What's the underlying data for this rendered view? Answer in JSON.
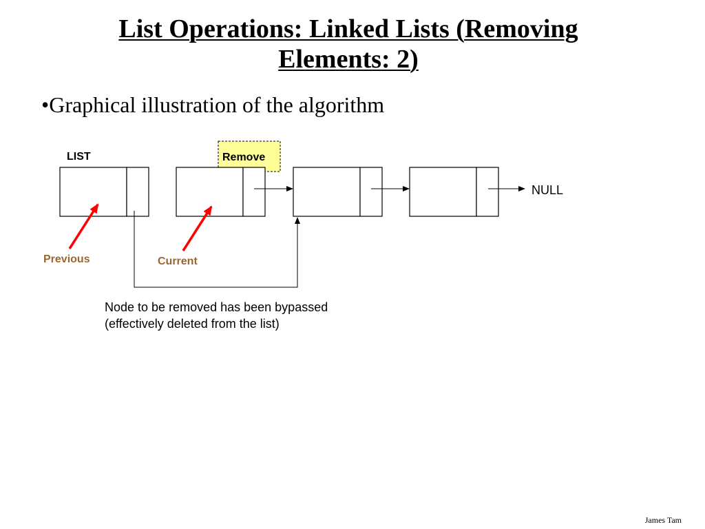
{
  "title": {
    "line1": "List Operations: Linked Lists (Removing",
    "line2": "Elements: 2)"
  },
  "bullet": "•Graphical illustration of the algorithm",
  "diagram": {
    "list_label": "LIST",
    "remove_label": "Remove",
    "null_label": "NULL",
    "previous_label": "Previous",
    "current_label": "Current",
    "caption_line1": "Node to be removed has been bypassed",
    "caption_line2": "(effectively deleted from the list)",
    "colors": {
      "pointer_arrow": "#ff0000",
      "pointer_label": "#996633",
      "remove_highlight": "#ffff99"
    }
  },
  "footer": {
    "author": "James Tam"
  }
}
